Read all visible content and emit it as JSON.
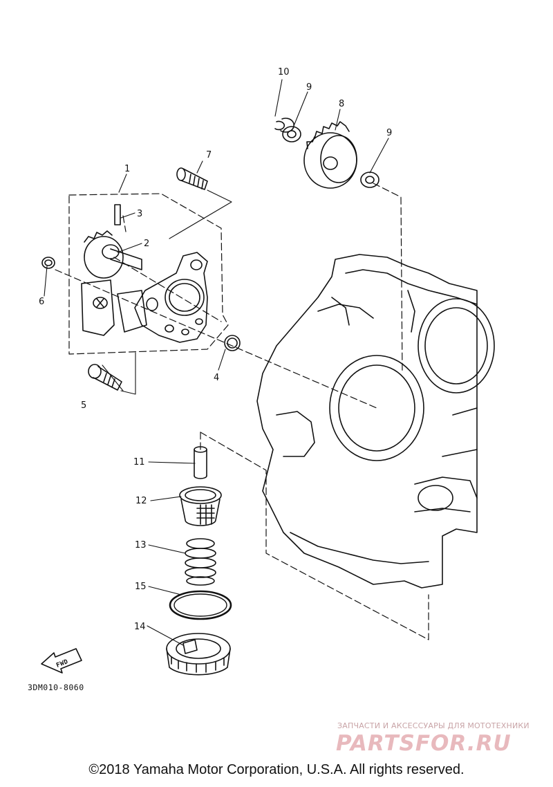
{
  "diagram": {
    "callouts": [
      {
        "id": "c1",
        "text": "1"
      },
      {
        "id": "c2",
        "text": "2"
      },
      {
        "id": "c3",
        "text": "3"
      },
      {
        "id": "c4",
        "text": "4"
      },
      {
        "id": "c5",
        "text": "5"
      },
      {
        "id": "c6",
        "text": "6"
      },
      {
        "id": "c7",
        "text": "7"
      },
      {
        "id": "c8",
        "text": "8"
      },
      {
        "id": "c9a",
        "text": "9"
      },
      {
        "id": "c9b",
        "text": "9"
      },
      {
        "id": "c10",
        "text": "10"
      },
      {
        "id": "c11",
        "text": "11"
      },
      {
        "id": "c12",
        "text": "12"
      },
      {
        "id": "c13",
        "text": "13"
      },
      {
        "id": "c14",
        "text": "14"
      },
      {
        "id": "c15",
        "text": "15"
      }
    ],
    "fwd_label": "FWD",
    "diagram_code": "3DM010-8060"
  },
  "watermark": {
    "tagline": "ЗАПЧАСТИ И АКСЕССУАРЫ ДЛЯ МОТОТЕХНИКИ",
    "logo": "PARTSFOR.RU"
  },
  "footer": {
    "copyright": "©2018 Yamaha Motor Corporation, U.S.A. All rights reserved."
  }
}
